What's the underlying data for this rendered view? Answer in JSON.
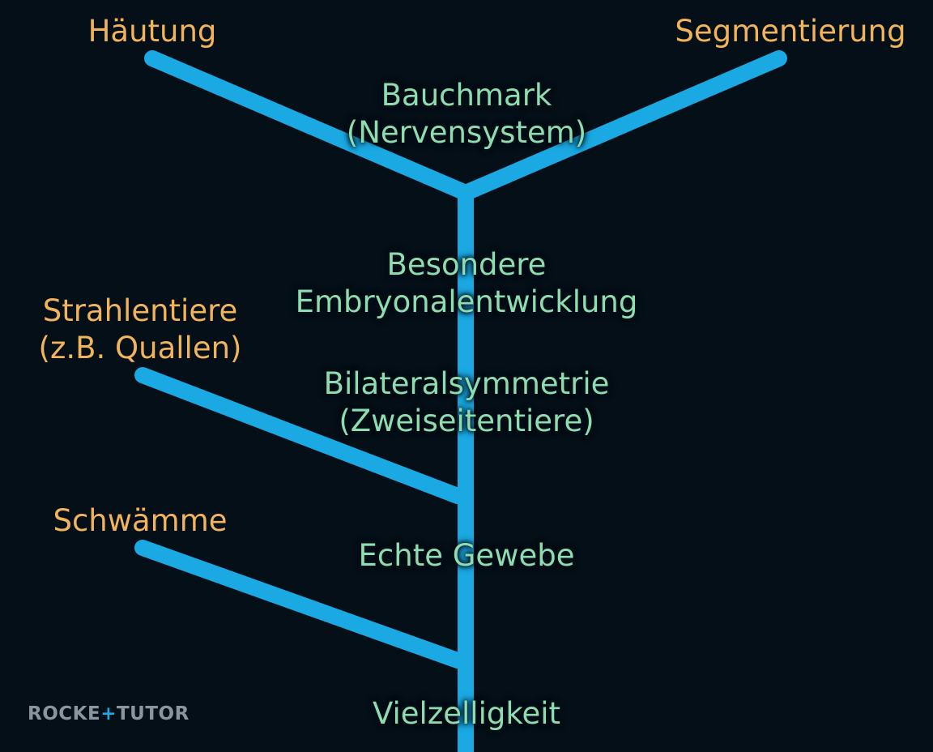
{
  "colors": {
    "background": "#050f17",
    "branch": "#1aa9e2",
    "tip_label": "#f1b35c",
    "node_label": "#8fdcb1"
  },
  "tips": {
    "haeutung": {
      "lines": [
        "Häutung"
      ]
    },
    "segmentierung": {
      "lines": [
        "Segmentierung"
      ]
    },
    "strahlentiere": {
      "lines": [
        "Strahlentiere",
        "(z.B. Quallen)"
      ]
    },
    "schwaemme": {
      "lines": [
        "Schwämme"
      ]
    }
  },
  "nodes": {
    "bauchmark": {
      "lines": [
        "Bauchmark",
        "(Nervensystem)"
      ]
    },
    "embryonal": {
      "lines": [
        "Besondere",
        "Embryonalentwicklung"
      ]
    },
    "bilateral": {
      "lines": [
        "Bilateralsymmetrie",
        "(Zweiseitentiere)"
      ]
    },
    "gewebe": {
      "lines": [
        "Echte Gewebe"
      ]
    },
    "vielzelligkeit": {
      "lines": [
        "Vielzelligkeit"
      ]
    }
  },
  "logo": {
    "left": "ROCKE",
    "plus": "+",
    "right": "TUTOR"
  }
}
